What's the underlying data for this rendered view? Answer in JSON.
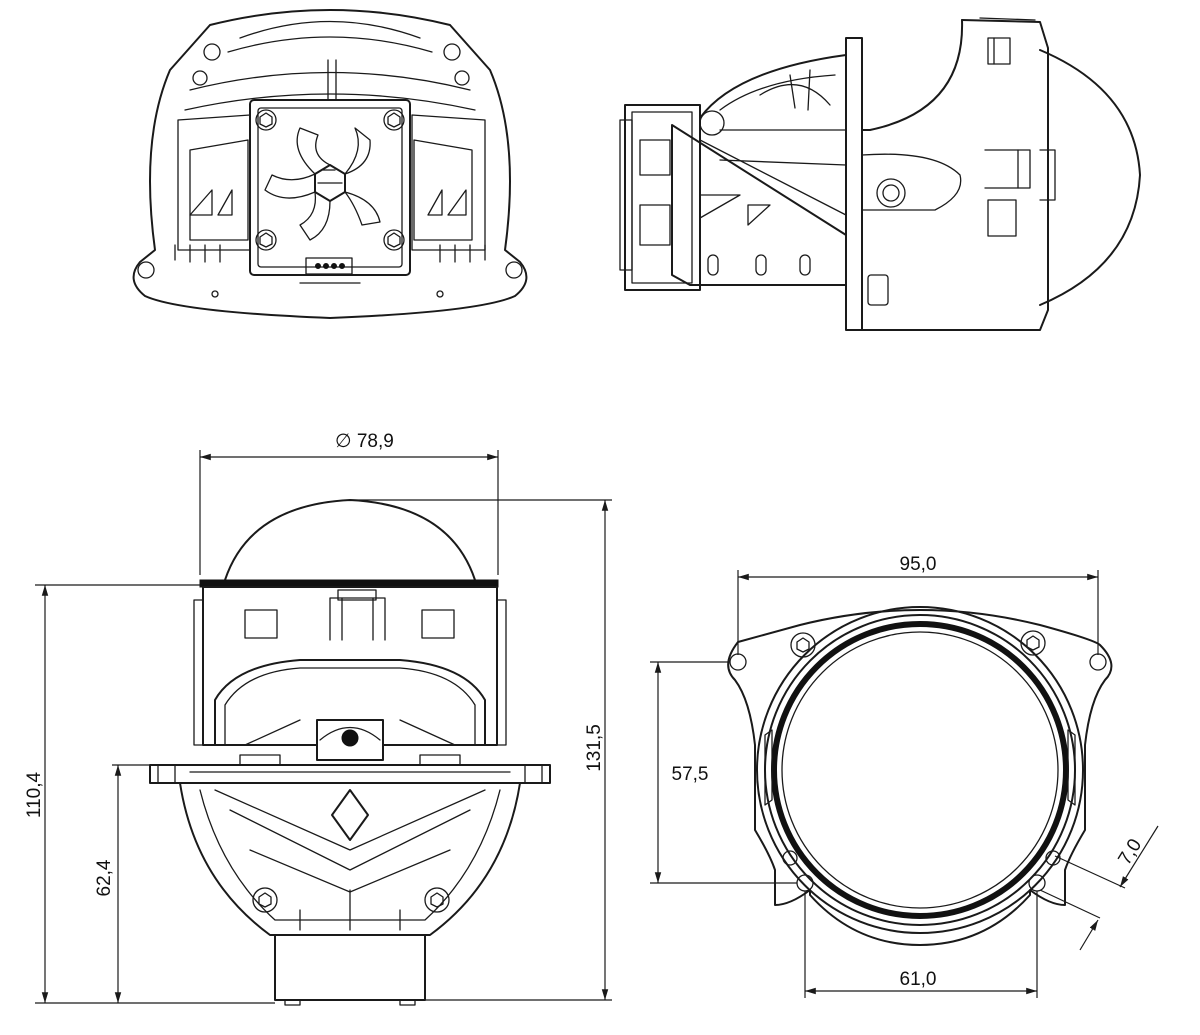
{
  "dimensions": {
    "lens_diameter": "∅ 78,9",
    "total_height": "110,4",
    "overall_length": "131,5",
    "mount_height": "62,4",
    "flange_width": "95,0",
    "hole_vertical_spacing": "57,5",
    "hole_horizontal_spacing": "61,0",
    "hole_offset": "7,0"
  },
  "colors": {
    "line": "#1a1a1a",
    "background": "#ffffff"
  }
}
